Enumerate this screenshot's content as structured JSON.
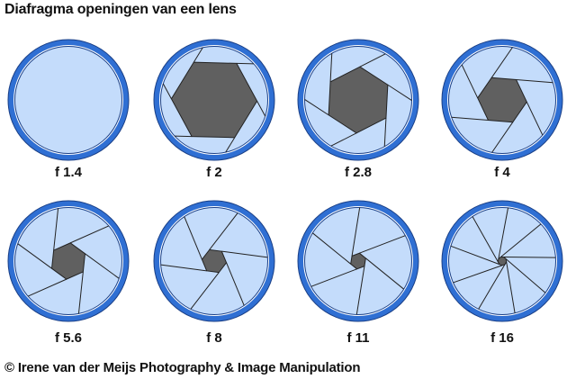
{
  "title": "Diafragma openingen van een lens",
  "credit": "© Irene van der Meijs Photography & Image Manipulation",
  "colors": {
    "ring": "#2f6fd3",
    "disc": "#c4dcfb",
    "blade_line": "#222222",
    "aperture": "#606060"
  },
  "apertures": [
    {
      "label": "f 1.4",
      "blades": 0,
      "opening_fraction": 1.0
    },
    {
      "label": "f 2",
      "blades": 6,
      "opening_fraction": 0.8
    },
    {
      "label": "f 2.8",
      "blades": 6,
      "opening_fraction": 0.62
    },
    {
      "label": "f 4",
      "blades": 6,
      "opening_fraction": 0.46
    },
    {
      "label": "f 5.6",
      "blades": 6,
      "opening_fraction": 0.34
    },
    {
      "label": "f 8",
      "blades": 6,
      "opening_fraction": 0.23
    },
    {
      "label": "f 11",
      "blades": 6,
      "opening_fraction": 0.15
    },
    {
      "label": "f 16",
      "blades": 9,
      "opening_fraction": 0.08
    }
  ]
}
